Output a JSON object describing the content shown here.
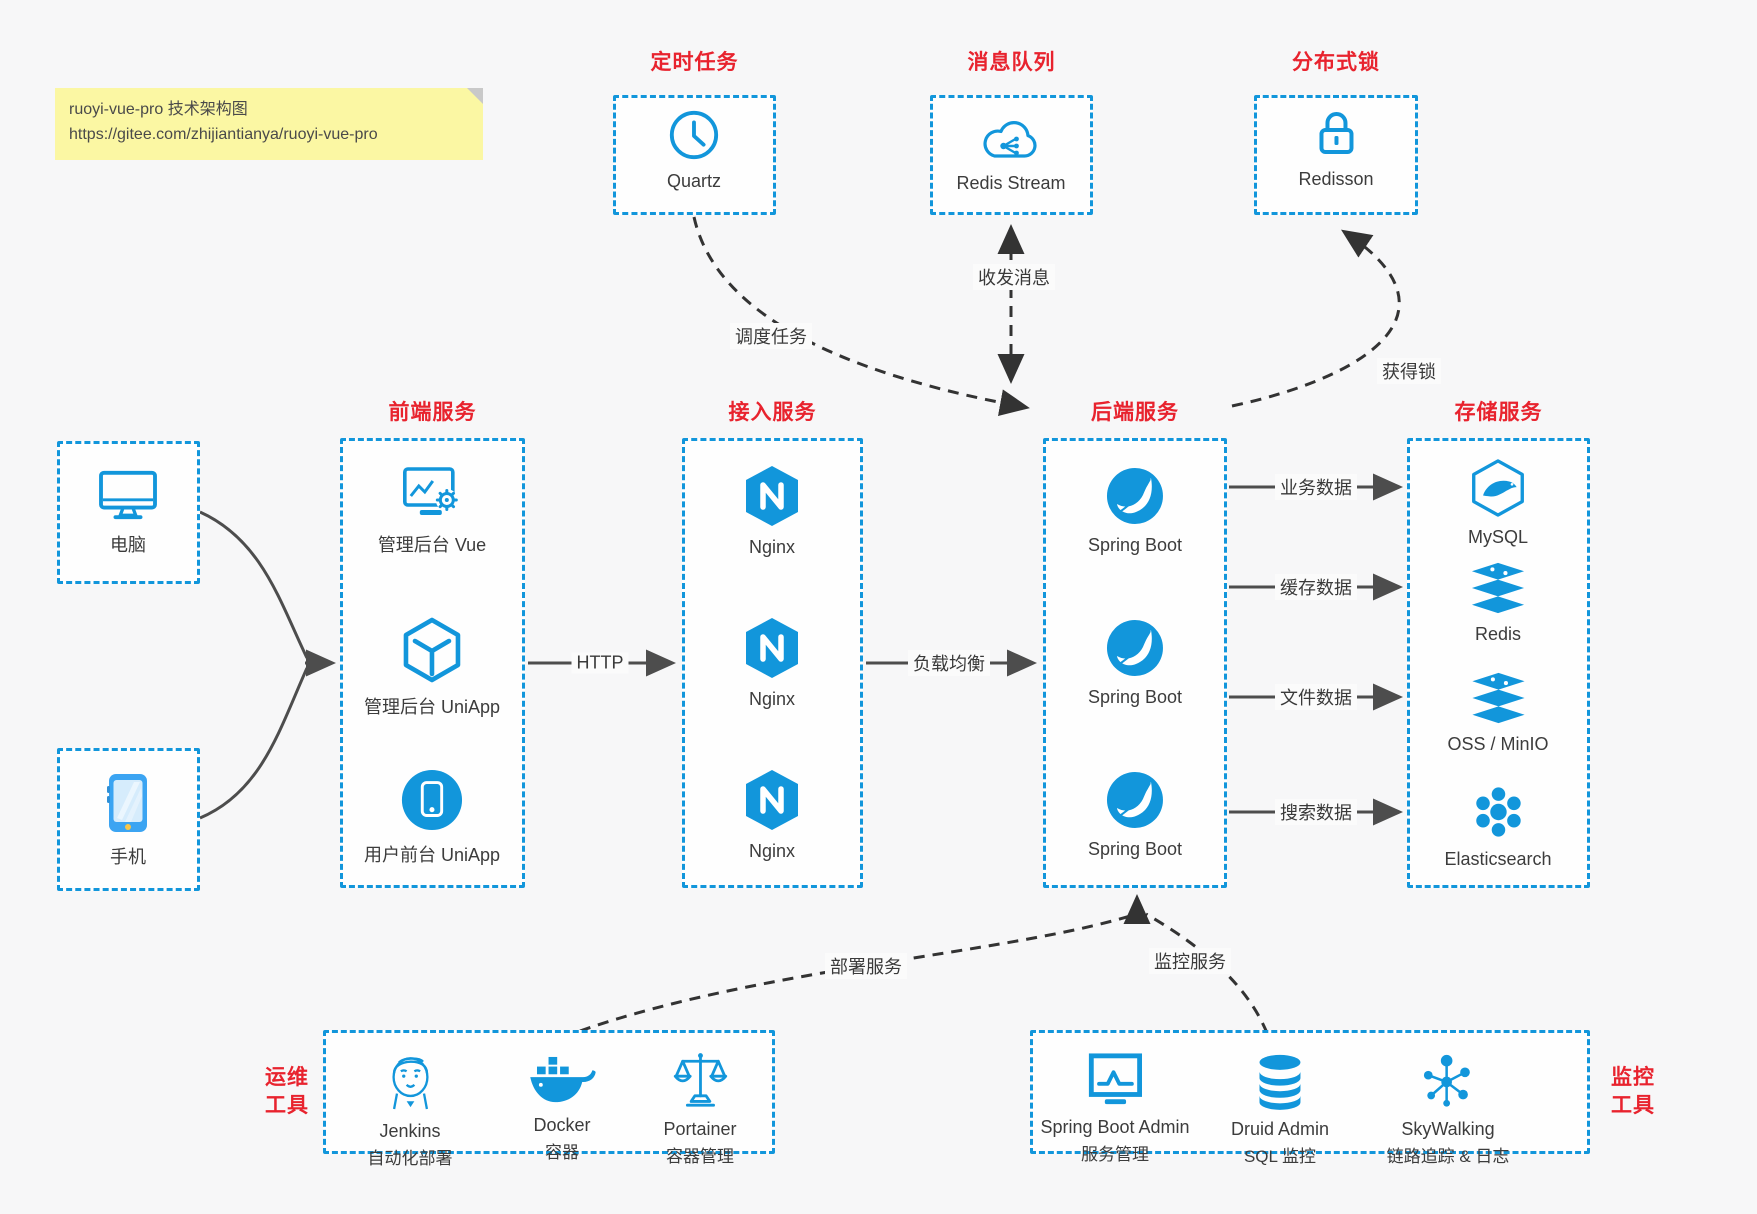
{
  "page": {
    "background": "#f7f7f8"
  },
  "note": {
    "line1": "ruoyi-vue-pro 技术架构图",
    "line2": "https://gitee.com/zhijiantianya/ruoyi-vue-pro"
  },
  "colors": {
    "accent_blue": "#1296db",
    "title_red": "#e8232e",
    "arrow_gray": "#4d4d4d",
    "arrow_dark": "#333333",
    "note_yellow": "#fbf7a3"
  },
  "groups": {
    "scheduler": {
      "title": "定时任务",
      "items": [
        {
          "label": "Quartz",
          "icon": "clock-icon"
        }
      ]
    },
    "mq": {
      "title": "消息队列",
      "items": [
        {
          "label": "Redis Stream",
          "icon": "cloud-mq-icon"
        }
      ]
    },
    "lock": {
      "title": "分布式锁",
      "items": [
        {
          "label": "Redisson",
          "icon": "lock-icon"
        }
      ]
    },
    "clients": {
      "computer": {
        "label": "电脑",
        "icon": "computer-icon"
      },
      "phone": {
        "label": "手机",
        "icon": "smartphone-icon"
      }
    },
    "frontend": {
      "title": "前端服务",
      "items": [
        {
          "label": "管理后台 Vue",
          "icon": "admin-vue-icon"
        },
        {
          "label": "管理后台 UniApp",
          "icon": "uniapp-cube-icon"
        },
        {
          "label": "用户前台 UniApp",
          "icon": "uniapp-user-icon"
        }
      ]
    },
    "gateway": {
      "title": "接入服务",
      "items": [
        {
          "label": "Nginx",
          "icon": "nginx-icon"
        },
        {
          "label": "Nginx",
          "icon": "nginx-icon"
        },
        {
          "label": "Nginx",
          "icon": "nginx-icon"
        }
      ]
    },
    "backend": {
      "title": "后端服务",
      "items": [
        {
          "label": "Spring Boot",
          "icon": "spring-boot-icon"
        },
        {
          "label": "Spring Boot",
          "icon": "spring-boot-icon"
        },
        {
          "label": "Spring Boot",
          "icon": "spring-boot-icon"
        }
      ]
    },
    "storage": {
      "title": "存储服务",
      "items": [
        {
          "label": "MySQL",
          "icon": "mysql-icon"
        },
        {
          "label": "Redis",
          "icon": "redis-icon"
        },
        {
          "label": "OSS / MinIO",
          "icon": "oss-minio-icon"
        },
        {
          "label": "Elasticsearch",
          "icon": "elasticsearch-icon"
        }
      ]
    },
    "ops": {
      "title_line1": "运维",
      "title_line2": "工具",
      "items": [
        {
          "name": "Jenkins",
          "desc": "自动化部署",
          "icon": "jenkins-icon"
        },
        {
          "name": "Docker",
          "desc": "容器",
          "icon": "docker-icon"
        },
        {
          "name": "Portainer",
          "desc": "容器管理",
          "icon": "portainer-icon"
        }
      ]
    },
    "monitoring": {
      "title_line1": "监控",
      "title_line2": "工具",
      "items": [
        {
          "name": "Spring Boot Admin",
          "desc": "服务管理",
          "icon": "spring-boot-admin-icon"
        },
        {
          "name": "Druid Admin",
          "desc": "SQL 监控",
          "icon": "druid-icon"
        },
        {
          "name": "SkyWalking",
          "desc": "链路追踪 & 日志",
          "icon": "skywalking-icon"
        }
      ]
    }
  },
  "edges": {
    "http": "HTTP",
    "load_balance": "负载均衡",
    "schedule_job": "调度任务",
    "send_receive_message": "收发消息",
    "acquire_lock": "获得锁",
    "business_data": "业务数据",
    "cache_data": "缓存数据",
    "file_data": "文件数据",
    "search_data": "搜索数据",
    "deploy_service": "部署服务",
    "monitor_service": "监控服务"
  }
}
